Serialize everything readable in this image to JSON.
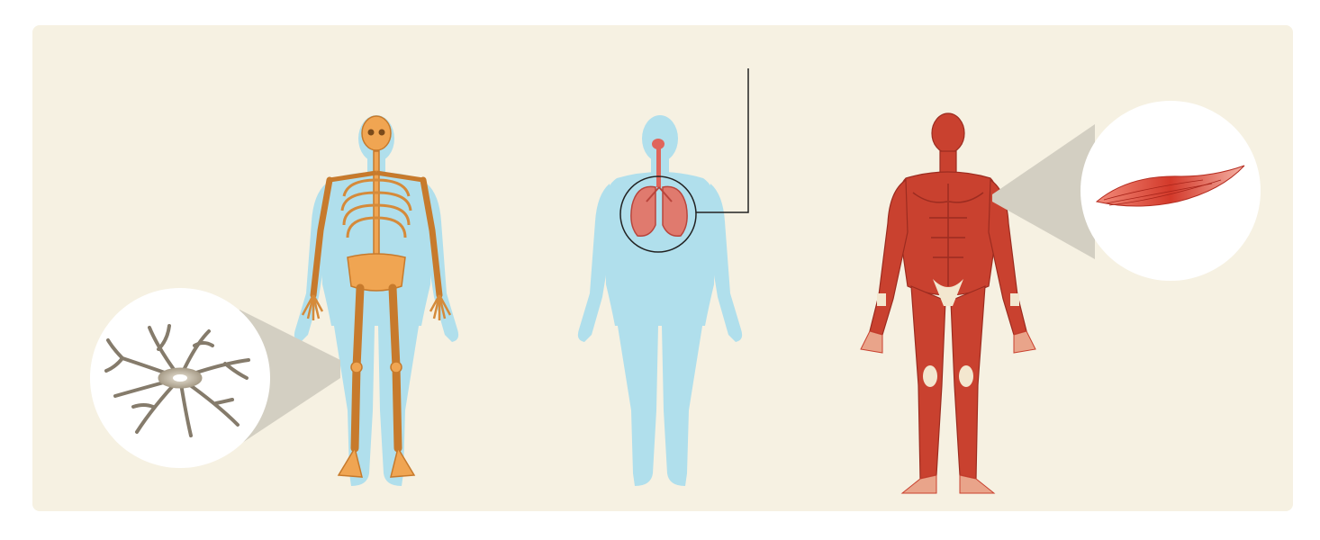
{
  "figure": {
    "panels": [
      {
        "id": "skeletal",
        "system": "skeletal-system",
        "callout": "bone-cell"
      },
      {
        "id": "respiratory",
        "system": "respiratory-system",
        "callout": "lungs-highlight"
      },
      {
        "id": "muscular",
        "system": "muscular-system",
        "callout": "muscle-fiber"
      }
    ]
  },
  "colors": {
    "background": "#f6f1e2",
    "silhouette": "#b0dfec",
    "bone": "#f0a552",
    "bone_dark": "#c77a2c",
    "muscle": "#c9412f",
    "muscle_dark": "#9c2c20",
    "tendon": "#f3e7cf",
    "lung": "#e07a6e",
    "trachea": "#e0655b",
    "callout_fill": "#ffffff",
    "callout_cone": "#d3cfc2",
    "cell": "#857b6b",
    "leader_line": "#222222"
  }
}
